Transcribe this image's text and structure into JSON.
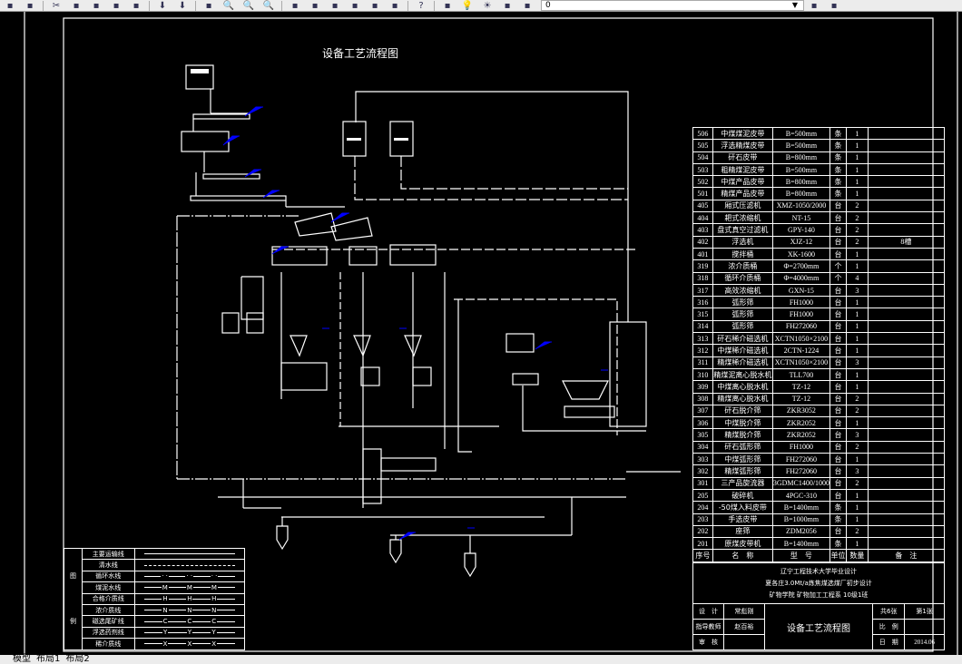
{
  "toolbar": {
    "icons": [
      "find-icon",
      "publish-icon",
      "cut-icon",
      "copy-icon",
      "paste-icon",
      "match-properties-icon",
      "block-editor-icon",
      "undo-icon",
      "redo-icon",
      "pan-icon",
      "zoom-realtime-icon",
      "zoom-window-icon",
      "zoom-previous-icon",
      "properties-icon",
      "design-center-icon",
      "tool-palettes-icon",
      "sheet-set-icon",
      "markup-icon",
      "calculator-icon",
      "help-icon",
      "layer-manager-icon",
      "layer-on-icon",
      "layer-freeze-icon",
      "layer-lock-icon",
      "layer-color-icon",
      "make-current-icon",
      "layer-previous-icon"
    ],
    "layer_value": "0"
  },
  "drawing": {
    "title": "设备工艺流程图"
  },
  "equipment_table": {
    "header": [
      "序号",
      "名　称",
      "型　号",
      "单位",
      "数量",
      "备　注"
    ],
    "rows": [
      [
        "506",
        "中煤煤泥皮带",
        "B=500mm",
        "条",
        "1",
        ""
      ],
      [
        "505",
        "浮选精煤皮带",
        "B=500mm",
        "条",
        "1",
        ""
      ],
      [
        "504",
        "矸石皮带",
        "B=800mm",
        "条",
        "1",
        ""
      ],
      [
        "503",
        "粗精煤泥皮带",
        "B=500mm",
        "条",
        "1",
        ""
      ],
      [
        "502",
        "中煤产品皮带",
        "B=800mm",
        "条",
        "1",
        ""
      ],
      [
        "501",
        "精煤产品皮带",
        "B=800mm",
        "条",
        "1",
        ""
      ],
      [
        "405",
        "厢式压滤机",
        "XMZ-1050/2000",
        "台",
        "2",
        ""
      ],
      [
        "404",
        "耙式浓缩机",
        "NT-15",
        "台",
        "2",
        ""
      ],
      [
        "403",
        "盘式真空过滤机",
        "GPY-140",
        "台",
        "2",
        ""
      ],
      [
        "402",
        "浮选机",
        "XJZ-12",
        "台",
        "2",
        "8槽"
      ],
      [
        "401",
        "搅拌桶",
        "XK-1600",
        "台",
        "1",
        ""
      ],
      [
        "319",
        "浓介质桶",
        "Φ=2700mm",
        "个",
        "1",
        ""
      ],
      [
        "318",
        "循环介质桶",
        "Φ=4000mm",
        "个",
        "4",
        ""
      ],
      [
        "317",
        "高效浓缩机",
        "GXN-15",
        "台",
        "3",
        ""
      ],
      [
        "316",
        "弧形筛",
        "FH1000",
        "台",
        "1",
        ""
      ],
      [
        "315",
        "弧形筛",
        "FH1000",
        "台",
        "1",
        ""
      ],
      [
        "314",
        "弧形筛",
        "FH272060",
        "台",
        "1",
        ""
      ],
      [
        "313",
        "矸石稀介磁选机",
        "XCTN1050×2100",
        "台",
        "1",
        ""
      ],
      [
        "312",
        "中煤稀介磁选机",
        "2CTN-1224",
        "台",
        "1",
        ""
      ],
      [
        "311",
        "精煤稀介磁选机",
        "XCTN1050×2100",
        "台",
        "3",
        ""
      ],
      [
        "310",
        "精煤泥离心脱水机",
        "TLL700",
        "台",
        "1",
        ""
      ],
      [
        "309",
        "中煤离心脱水机",
        "TZ-12",
        "台",
        "1",
        ""
      ],
      [
        "308",
        "精煤离心脱水机",
        "TZ-12",
        "台",
        "2",
        ""
      ],
      [
        "307",
        "矸石脱介筛",
        "ZKR3052",
        "台",
        "2",
        ""
      ],
      [
        "306",
        "中煤脱介筛",
        "ZKR2052",
        "台",
        "1",
        ""
      ],
      [
        "305",
        "精煤脱介筛",
        "ZKR2052",
        "台",
        "3",
        ""
      ],
      [
        "304",
        "矸石弧形筛",
        "FH1000",
        "台",
        "2",
        ""
      ],
      [
        "303",
        "中煤弧形筛",
        "FH272060",
        "台",
        "1",
        ""
      ],
      [
        "302",
        "精煤弧形筛",
        "FH272060",
        "台",
        "3",
        ""
      ],
      [
        "301",
        "三产品旋流器",
        "3GDMC1400/1000",
        "台",
        "2",
        ""
      ],
      [
        "205",
        "破碎机",
        "4PGC-310",
        "台",
        "1",
        ""
      ],
      [
        "204",
        "-50煤入料皮带",
        "B=1400mm",
        "条",
        "1",
        ""
      ],
      [
        "203",
        "手选皮带",
        "B=1000mm",
        "条",
        "1",
        ""
      ],
      [
        "202",
        "座筛",
        "ZDM2056",
        "台",
        "2",
        ""
      ],
      [
        "201",
        "原煤皮带机",
        "B=1400mm",
        "条",
        "1",
        ""
      ]
    ]
  },
  "title_block": {
    "school": "辽宁工程技术大学毕业设计",
    "project": "夏各庄3.0Mt/a炼焦煤选煤厂初步设计",
    "class": "矿物学院  矿物加工工程系  10级1班",
    "design_label": "设　计",
    "designer": "常彪刚",
    "advisor_label": "指导教师",
    "advisor": "赵百裕",
    "review_label": "审　核",
    "reviewer": "",
    "drawing_name": "设备工艺流程图",
    "sheets": "共6张",
    "sheet_no": "第1张",
    "scale_label": "比　例",
    "scale": "",
    "date_label": "日　期",
    "date": "2014.06"
  },
  "legend": {
    "side_label_top": "图",
    "side_label_bottom": "例",
    "items": [
      {
        "name": "主要运输线",
        "symbol": ""
      },
      {
        "name": "清水线",
        "symbol": ""
      },
      {
        "name": "循环水线",
        "symbol": "· ·"
      },
      {
        "name": "煤泥水线",
        "symbol": "M"
      },
      {
        "name": "合格介质线",
        "symbol": "H"
      },
      {
        "name": "浓介质线",
        "symbol": "N"
      },
      {
        "name": "磁选尾矿线",
        "symbol": "C"
      },
      {
        "name": "浮选药剂线",
        "symbol": "Y"
      },
      {
        "name": "稀介质线",
        "symbol": "X"
      }
    ]
  },
  "tabs": [
    "模型",
    "布局1",
    "布局2"
  ],
  "colors": {
    "background": "#000000",
    "lines": "#ffffff",
    "labels": "#0000ff"
  }
}
